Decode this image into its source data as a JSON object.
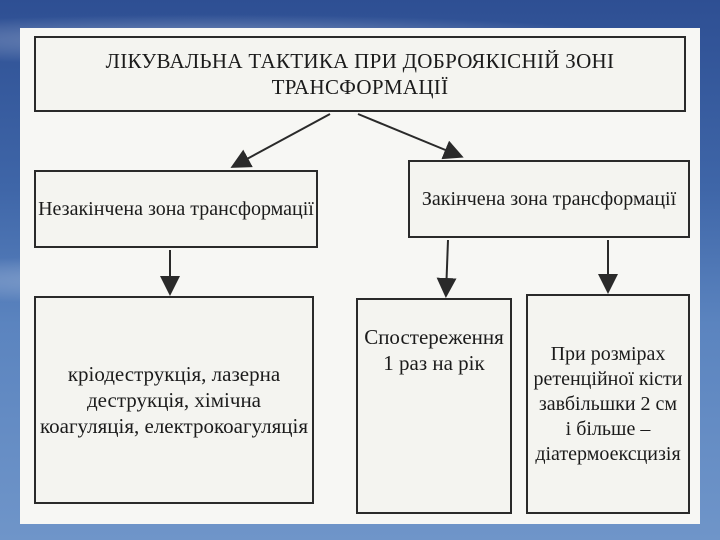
{
  "diagram": {
    "title": "ЛІКУВАЛЬНА ТАКТИКА ПРИ ДОБРОЯКІСНІЙ ЗОНІ ТРАНСФОРМАЦІЇ",
    "left_branch": "Незакінчена зона трансформації",
    "right_branch": "Закінчена зона трансформації",
    "left_treatment": "кріодеструкція, лазерна\nдеструкція, хімічна\nкоагуляція, електрокоагуляція",
    "observation": "Спостереження\n1 раз на рік",
    "cyst_treatment": "При розмірах\nретенційної кісти\nзавбільшки 2 см\nі більше –\nдіатермоексцизія"
  }
}
